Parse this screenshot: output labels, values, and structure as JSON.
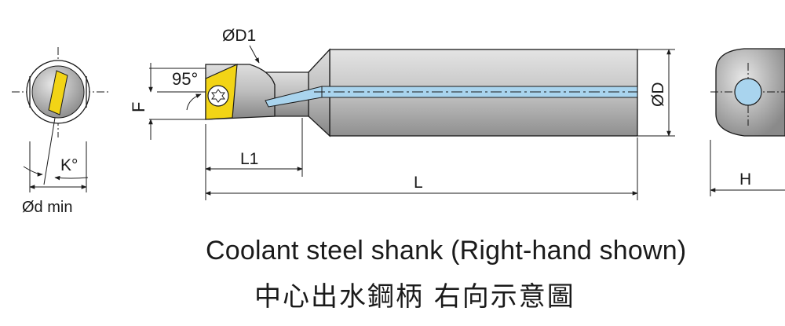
{
  "labels": {
    "bore_diameter": "ØD1",
    "angle": "95°",
    "offset": "F",
    "length_l1": "L1",
    "overall_length": "L",
    "shank_diameter": "ØD",
    "height": "H",
    "clearance_angle": "K°",
    "min_bore": "Ød min"
  },
  "captions": {
    "english": "Coolant steel shank (Right-hand shown)",
    "chinese": "中心出水鋼柄 右向示意圖"
  },
  "colors": {
    "shank": "#c9c9c9",
    "shank_dark": "#8e8e8e",
    "insert": "#f2d416",
    "coolant": "#a9d4ee",
    "line": "#1a1a1a"
  }
}
